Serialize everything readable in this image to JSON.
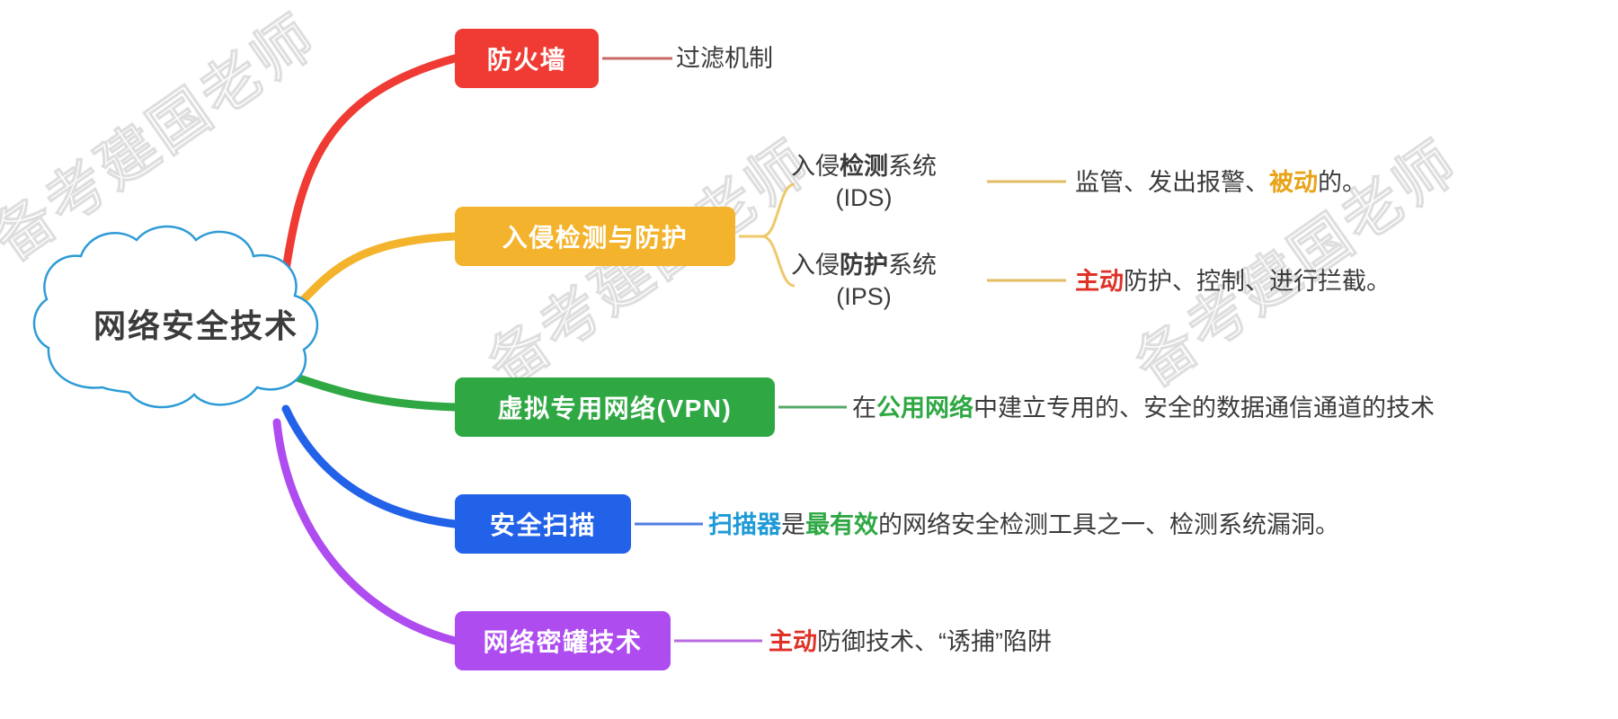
{
  "diagram": {
    "title": "网络安全技术",
    "type": "mindmap",
    "watermark_text": "备考建国老师",
    "center": {
      "label": "网络安全技术",
      "shape": "cloud",
      "outline_color": "#2e9bd6"
    },
    "branches": [
      {
        "id": "firewall",
        "label": "防火墙",
        "color": "#ef3b33",
        "leaf": {
          "text": "过滤机制"
        }
      },
      {
        "id": "ids-ips",
        "label": "入侵检测与防护",
        "color": "#f4b32c",
        "children": [
          {
            "id": "ids",
            "line1_prefix": "入侵",
            "line1_bold": "检测",
            "line1_suffix": "系统",
            "line2": "(IDS)",
            "leaf": {
              "plain1": "监管、发出报警、",
              "highlight": "被动",
              "highlight_color": "#e8a317",
              "plain2": "的。"
            }
          },
          {
            "id": "ips",
            "line1_prefix": "入侵",
            "line1_bold": "防护",
            "line1_suffix": "系统",
            "line2": "(IPS)",
            "leaf": {
              "highlight": "主动",
              "highlight_color": "#e03127",
              "plain2": "防护、控制、进行拦截。"
            }
          }
        ]
      },
      {
        "id": "vpn",
        "label": "虚拟专用网络(VPN)",
        "color": "#2fa844",
        "leaf": {
          "plain1": "在",
          "highlight": "公用网络",
          "highlight_color": "#2fa844",
          "plain2": "中建立专用的、安全的数据通信通道的技术"
        }
      },
      {
        "id": "security-scan",
        "label": "安全扫描",
        "color": "#2262e8",
        "leaf": {
          "highlight1": "扫描器",
          "highlight1_color": "#1e9ad6",
          "plain1": "是",
          "highlight2": "最有效",
          "highlight2_color": "#2fa844",
          "plain2": "的网络安全检测工具之一、检测系统漏洞。"
        }
      },
      {
        "id": "honeypot",
        "label": "网络密罐技术",
        "color": "#ae4cf0",
        "leaf": {
          "highlight": "主动",
          "highlight_color": "#e03127",
          "plain2": "防御技术、“诱捕”陷阱"
        }
      }
    ]
  }
}
